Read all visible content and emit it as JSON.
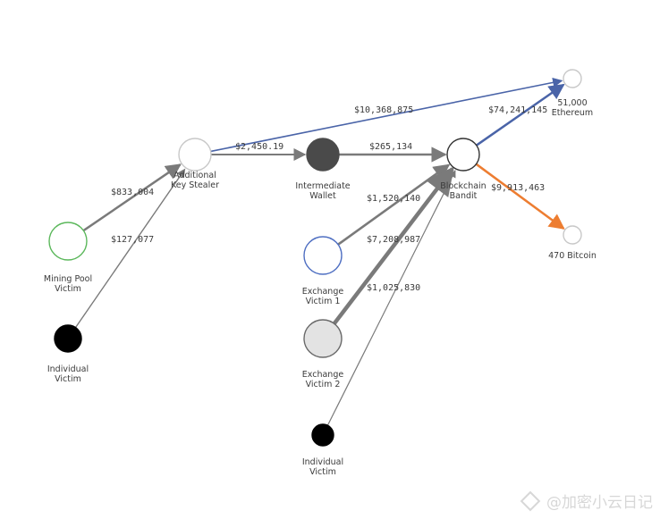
{
  "nodes": [
    {
      "id": "n-additional",
      "lines": [
        "Additional",
        "Key Stealer"
      ],
      "fill": "#ffffff",
      "stroke": "#c8c8c8"
    },
    {
      "id": "n-intermediate",
      "lines": [
        "Intermediate",
        "Wallet"
      ],
      "fill": "#4a4a4a",
      "stroke": "#4a4a4a"
    },
    {
      "id": "n-bandit",
      "lines": [
        "Blockchain",
        "Bandit"
      ],
      "fill": "#ffffff",
      "stroke": "#333333"
    },
    {
      "id": "n-eth",
      "lines": [
        "51,000",
        "Ethereum"
      ],
      "fill": "#ffffff",
      "stroke": "#c8c8c8"
    },
    {
      "id": "n-btc",
      "lines": [
        "470 Bitcoin"
      ],
      "fill": "#ffffff",
      "stroke": "#c8c8c8"
    },
    {
      "id": "n-mining",
      "lines": [
        "Mining Pool",
        "Victim"
      ],
      "fill": "#ffffff",
      "stroke": "#5cb85c"
    },
    {
      "id": "n-indiv1",
      "lines": [
        "Individual",
        "Victim"
      ],
      "fill": "#000000",
      "stroke": "#000000"
    },
    {
      "id": "n-exch1",
      "lines": [
        "Exchange",
        "Victim 1"
      ],
      "fill": "#ffffff",
      "stroke": "#4f6fc2"
    },
    {
      "id": "n-exch2",
      "lines": [
        "Exchange",
        "Victim 2"
      ],
      "fill": "#e3e3e3",
      "stroke": "#6a6a6a"
    },
    {
      "id": "n-indiv2",
      "lines": [
        "Individual",
        "Victim"
      ],
      "fill": "#000000",
      "stroke": "#000000"
    }
  ],
  "edges": [
    {
      "id": "e-add-eth",
      "from": "n-additional",
      "to": "n-eth",
      "label": "$10,368,875",
      "color": "#4a64a8"
    },
    {
      "id": "e-add-int",
      "from": "n-additional",
      "to": "n-intermediate",
      "label": "$2,450.19",
      "color": "#7a7a7a"
    },
    {
      "id": "e-int-band",
      "from": "n-intermediate",
      "to": "n-bandit",
      "label": "$265,134",
      "color": "#7a7a7a"
    },
    {
      "id": "e-band-eth",
      "from": "n-bandit",
      "to": "n-eth",
      "label": "$74,241,145",
      "color": "#4a64a8"
    },
    {
      "id": "e-band-btc",
      "from": "n-bandit",
      "to": "n-btc",
      "label": "$9,913,463",
      "color": "#ed7d31"
    },
    {
      "id": "e-mine-add",
      "from": "n-mining",
      "to": "n-additional",
      "label": "$833,004",
      "color": "#7a7a7a"
    },
    {
      "id": "e-ind1-add",
      "from": "n-indiv1",
      "to": "n-additional",
      "label": "$127,077",
      "color": "#7a7a7a"
    },
    {
      "id": "e-ex1-band",
      "from": "n-exch1",
      "to": "n-bandit",
      "label": "$1,520,140",
      "color": "#7a7a7a"
    },
    {
      "id": "e-ex2-band",
      "from": "n-exch2",
      "to": "n-bandit",
      "label": "$7,208,987",
      "color": "#7a7a7a"
    },
    {
      "id": "e-ind2-band",
      "from": "n-indiv2",
      "to": "n-bandit",
      "label": "$1,025,830",
      "color": "#7a7a7a"
    }
  ],
  "watermark": {
    "text": "@加密小云日记"
  }
}
